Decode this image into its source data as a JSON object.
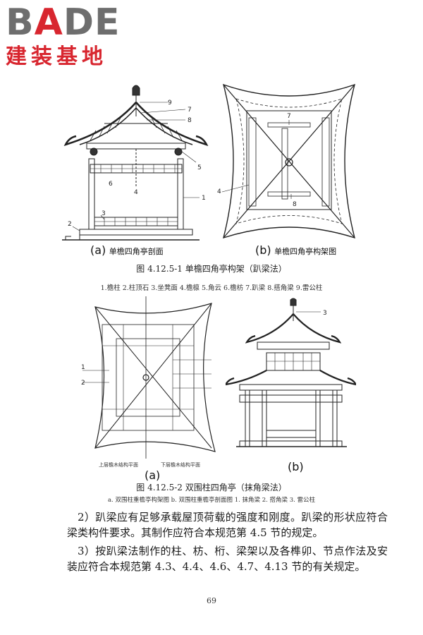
{
  "logo": {
    "brand": "BADE",
    "subtitle": "建装基地",
    "accent_color": "#d8262f",
    "gray_color": "#6e6e6e"
  },
  "fig1": {
    "a_tag": "(a)",
    "a_text": "单檐四角亭剖面",
    "b_tag": "(b)",
    "b_text": "单檐四角亭构架图",
    "caption": "图 4.12.5-1 单檐四角亭构架（趴梁法）",
    "legend": "1.檐柱  2.柱顶石  3.坐凳面  4.檐檩  5.角云  6.檐枋  7.趴梁  8.搭角梁  9.雷公柱",
    "callouts_a": [
      "9",
      "7",
      "8",
      "5",
      "6",
      "4",
      "1",
      "3",
      "2"
    ],
    "callouts_b": [
      "7",
      "4",
      "8"
    ]
  },
  "fig2": {
    "a_tag": "(a)",
    "b_tag": "(b)",
    "plan_left": "上层檐木结构平面",
    "plan_right": "下层檐木结构平面",
    "caption": "图 4.12.5-2 双围柱四角亭（抹角梁法）",
    "legend": "a. 双围柱重檐亭构架图    b. 双围柱重檐亭剖面图    1. 抹角梁  2. 搭角梁  3. 雷公柱",
    "callouts_a": [
      "1",
      "2"
    ],
    "callouts_b": [
      "3"
    ]
  },
  "body": {
    "para1": "2）趴梁应有足够承载屋顶荷载的强度和刚度。趴梁的形状应符合梁类构件要求。其制作应符合本规范第 4.5 节的规定。",
    "para2": "3）按趴梁法制作的柱、枋、桁、梁架以及各榫卯、节点作法及安装应符合本规范第 4.3、4.4、4.6、4.7、4.13 节的有关规定。"
  },
  "page_number": "69"
}
